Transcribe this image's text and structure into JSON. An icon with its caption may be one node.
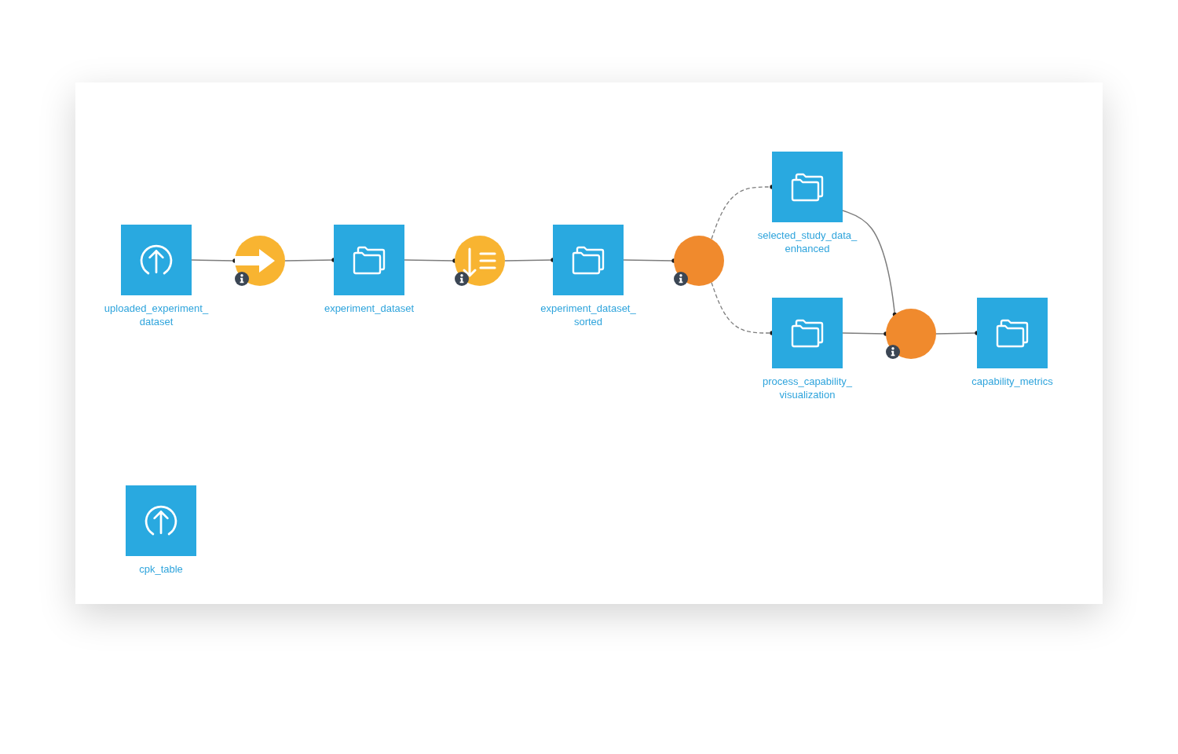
{
  "diagram": {
    "nodes": [
      {
        "text": [
          "uploaded_experiment_ dataset"
        ]
      },
      {
        "text": [],
        "shape": "circle"
      },
      {
        "text": [
          "experiment_dataset"
        ]
      },
      {
        "text": [],
        "shape": "circle"
      },
      {
        "text": [
          "experiment_dataset_ sorted"
        ]
      },
      {
        "text": [],
        "shape": "circle"
      },
      {
        "text": [
          "selected_study_data_ enhanced"
        ]
      },
      {
        "text": [
          "process_capability_ visualization"
        ]
      },
      {
        "text": [],
        "shape": "circle"
      },
      {
        "text": [
          "capability_metrics"
        ]
      },
      {
        "text": [
          "cpk_table"
        ]
      }
    ],
    "edges": [
      {
        "from": 0,
        "to": 1,
        "arrow": "other"
      },
      {
        "from": 1,
        "to": 2,
        "arrow": "other"
      },
      {
        "from": 2,
        "to": 3,
        "arrow": "other"
      },
      {
        "from": 3,
        "to": 4,
        "arrow": "other"
      },
      {
        "from": 4,
        "to": 5,
        "arrow": "other"
      },
      {
        "from": 5,
        "to": 6,
        "arrow": "other",
        "style": "dashed"
      },
      {
        "from": 5,
        "to": 7,
        "arrow": "other",
        "style": "dashed"
      },
      {
        "from": 6,
        "to": 8,
        "arrow": "other"
      },
      {
        "from": 7,
        "to": 8,
        "arrow": "other"
      },
      {
        "from": 8,
        "to": 9,
        "arrow": "other"
      }
    ]
  }
}
